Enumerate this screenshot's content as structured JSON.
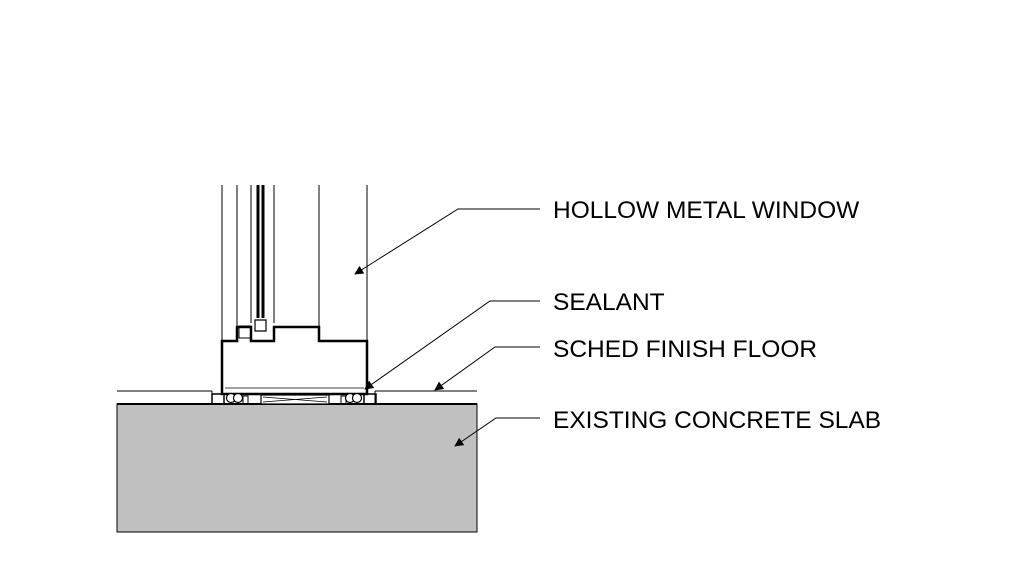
{
  "labels": {
    "window": "HOLLOW METAL WINDOW",
    "sealant": "SEALANT",
    "floor": "SCHED FINISH FLOOR",
    "slab": "EXISTING CONCRETE SLAB"
  },
  "colors": {
    "line": "#000000",
    "slab_fill": "#c0c0c0",
    "background": "#ffffff"
  }
}
